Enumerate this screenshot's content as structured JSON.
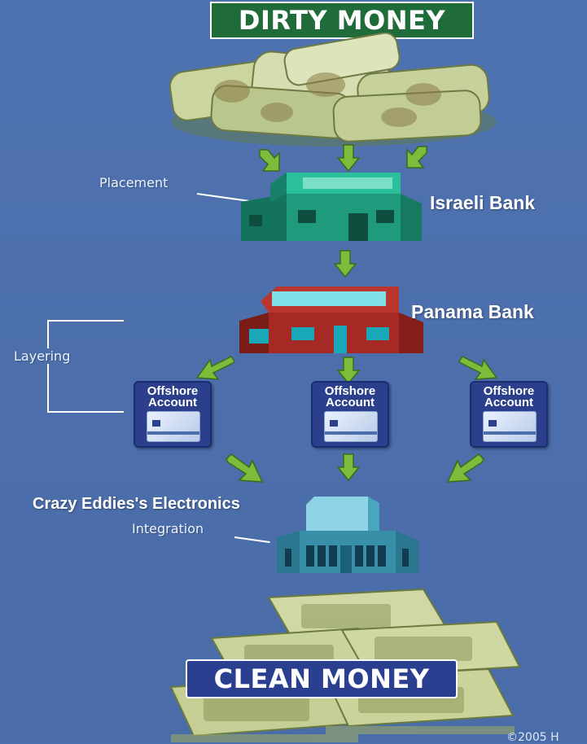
{
  "title": "DIRTY MONEY",
  "footer_title": "CLEAN MONEY",
  "stages": {
    "placement": "Placement",
    "layering": "Layering",
    "integration": "Integration"
  },
  "banks": {
    "israeli": "Israeli Bank",
    "panama": "Panama Bank"
  },
  "offshore_accounts": [
    {
      "line1": "Offshore",
      "line2": "Account"
    },
    {
      "line1": "Offshore",
      "line2": "Account"
    },
    {
      "line1": "Offshore",
      "line2": "Account"
    }
  ],
  "store": "Crazy Eddies's Electronics",
  "copyright": "©2005 H",
  "colors": {
    "background": "#4c6fac",
    "banner_green": "#1f6b3a",
    "banner_blue": "#2a3f8f",
    "arrow": "#7dbb3a",
    "israeli_bank": "#1f9a7c",
    "panama_bank": "#a62a24",
    "store": "#3a8fa8"
  }
}
